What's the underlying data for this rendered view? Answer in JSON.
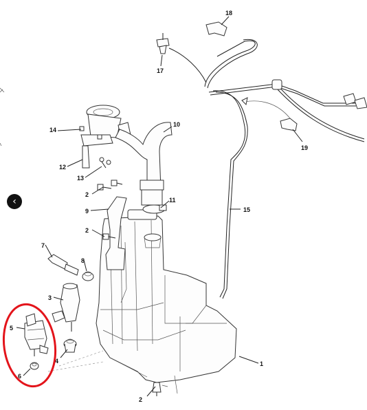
{
  "callouts": {
    "c1": "1",
    "c2a": "2",
    "c2b": "2",
    "c2c": "2",
    "c3": "3",
    "c4": "4",
    "c5": "5",
    "c6": "6",
    "c7": "7",
    "c8": "8",
    "c9": "9",
    "c10": "10",
    "c11": "11",
    "c12": "12",
    "c13": "13",
    "c14": "14",
    "c15": "15",
    "c17": "17",
    "c18": "18",
    "c19": "19"
  },
  "nav": {
    "icon": "chevron-left-icon",
    "glyph": "‹"
  },
  "colors": {
    "highlight": "#e3141b",
    "line": "#222222",
    "nav_bg": "#111111"
  }
}
